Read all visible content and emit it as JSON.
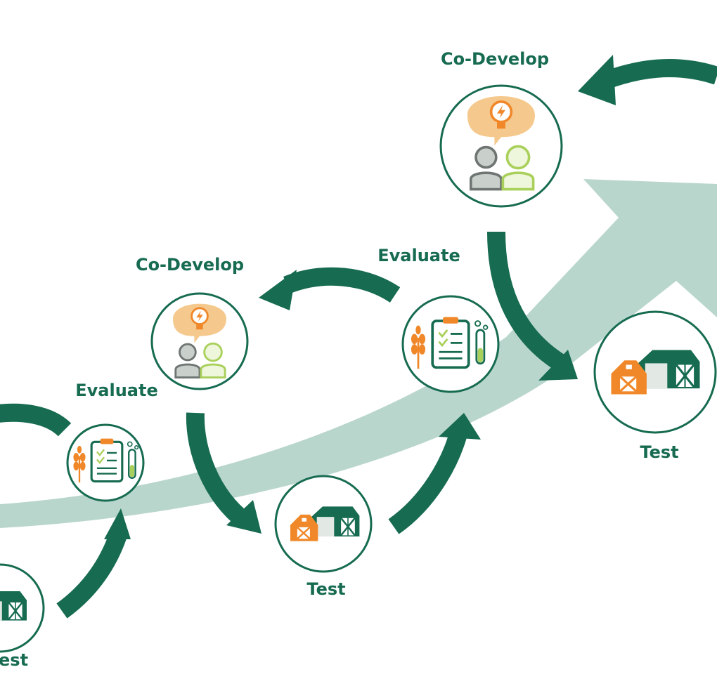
{
  "colors": {
    "dark_green": "#166b50",
    "pale_green": "#b9d6cd",
    "orange": "#f0882a",
    "peach": "#f5c98d",
    "light_green": "#a9d05a",
    "grey": "#6f7572"
  },
  "labels": {
    "codevelop_top": "Co-Develop",
    "codevelop_mid": "Co-Develop",
    "evaluate_mid": "Evaluate",
    "evaluate_left": "Evaluate",
    "test_right": "Test",
    "test_mid": "Test",
    "test_left": "est"
  },
  "stations": [
    {
      "id": "test-left",
      "icon": "barn-icon"
    },
    {
      "id": "evaluate-left",
      "icon": "clipboard-icon"
    },
    {
      "id": "codevelop-mid",
      "icon": "idea-people-icon"
    },
    {
      "id": "test-mid",
      "icon": "barn-icon"
    },
    {
      "id": "evaluate-mid",
      "icon": "clipboard-icon"
    },
    {
      "id": "codevelop-top",
      "icon": "idea-people-icon"
    },
    {
      "id": "test-right",
      "icon": "barn-icon"
    }
  ]
}
